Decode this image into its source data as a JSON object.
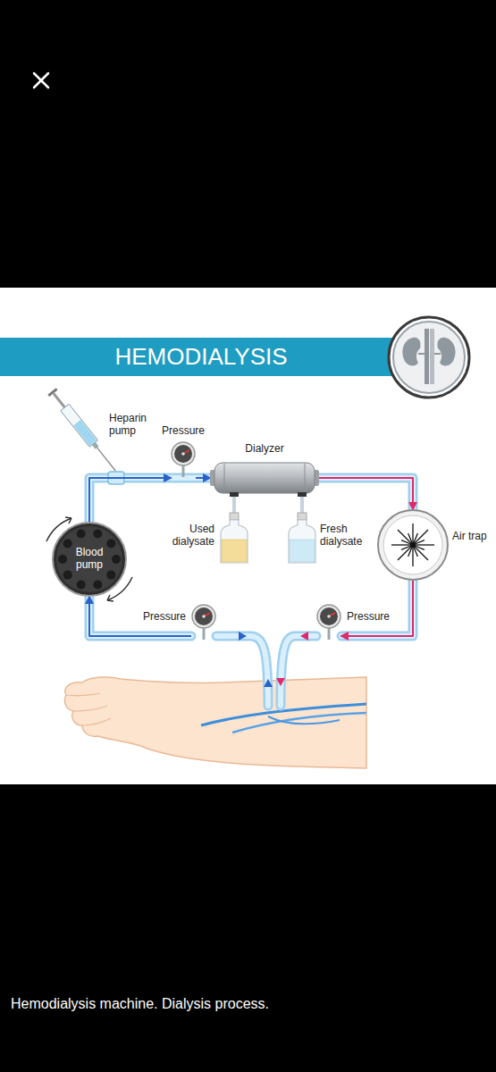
{
  "diagram": {
    "title": "HEMODIALYSIS",
    "caption": "Hemodialysis machine. Dialysis process.",
    "nodes": [
      {
        "text": [
          "Heparin pump"
        ]
      },
      {
        "text": [
          "Pressure"
        ]
      },
      {
        "text": [
          "Dialyzer"
        ]
      },
      {
        "text": [
          "Used dialysate"
        ]
      },
      {
        "text": [
          "Fresh dialysate"
        ]
      },
      {
        "text": [
          "Blood pump"
        ]
      },
      {
        "text": [
          "Air trap"
        ]
      },
      {
        "text": [
          "Pressure"
        ]
      },
      {
        "text": [
          "Pressure"
        ]
      }
    ],
    "edges": [
      {
        "from": 5,
        "to": 1,
        "arrow": "to"
      },
      {
        "from": 1,
        "to": 2,
        "arrow": "to"
      },
      {
        "from": 2,
        "to": 6,
        "arrow": "to"
      },
      {
        "from": 6,
        "to": 8,
        "arrow": "to"
      },
      {
        "from": 7,
        "to": 5,
        "arrow": "to"
      }
    ]
  }
}
